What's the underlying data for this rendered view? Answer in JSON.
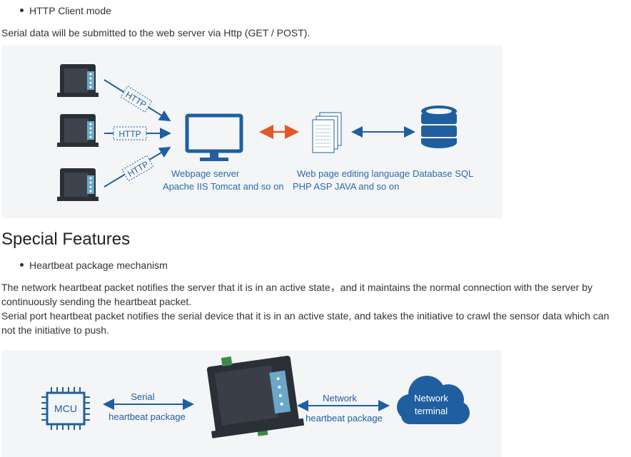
{
  "section1": {
    "bullet": "HTTP Client mode",
    "description": "Serial data will be submitted to the web server via Http (GET / POST).",
    "diagram": {
      "http_labels": [
        "HTTP",
        "HTTP",
        "HTTP"
      ],
      "webpage_server": [
        "Webpage server",
        "Apache IIS Tomcat and so on"
      ],
      "editing_language": [
        "Web page editing language",
        "PHP ASP JAVA and so on"
      ],
      "database": "Database SQL"
    }
  },
  "section2": {
    "title": "Special Features",
    "bullet": "Heartbeat package mechanism",
    "paragraphs": [
      "The network heartbeat packet notifies the server that it is in an active state，and it maintains the normal connection with the server by continuously sending the heartbeat packet.",
      "Serial port heartbeat packet notifies the serial device that it is in an active state, and takes the initiative to crawl the sensor data which can not the initiative to push."
    ],
    "diagram": {
      "mcu": "MCU",
      "serial_top": "Serial",
      "serial_bottom": "heartbeat package",
      "network_top": "Network",
      "network_bottom": "heartbeat package",
      "cloud": [
        "Network",
        "terminal"
      ]
    }
  },
  "colors": {
    "accent_blue": "#1f5fa0",
    "orange_arrow": "#e0582a",
    "panel_bg": "#f4f5f7",
    "text": "#333333"
  }
}
